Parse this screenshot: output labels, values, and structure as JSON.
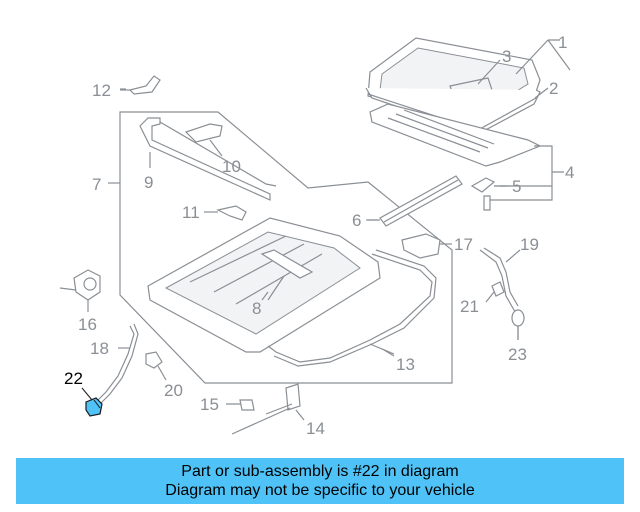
{
  "diagram": {
    "labels": {
      "p1": "1",
      "p2": "2",
      "p3": "3",
      "p4": "4",
      "p5": "5",
      "p6": "6",
      "p7": "7",
      "p8": "8",
      "p9": "9",
      "p10": "10",
      "p11": "11",
      "p12": "12",
      "p13": "13",
      "p14": "14",
      "p15": "15",
      "p16": "16",
      "p17": "17",
      "p18": "18",
      "p19": "19",
      "p20": "20",
      "p21": "21",
      "p22": "22",
      "p23": "23"
    },
    "highlighted_part": "22",
    "highlight_color": "#4fc3f7",
    "line_color": "#8a8f95"
  },
  "banner": {
    "line1": "Part or sub-assembly is #22 in diagram",
    "line2": "Diagram may not be specific to your vehicle",
    "background": "#4fc3f7"
  }
}
